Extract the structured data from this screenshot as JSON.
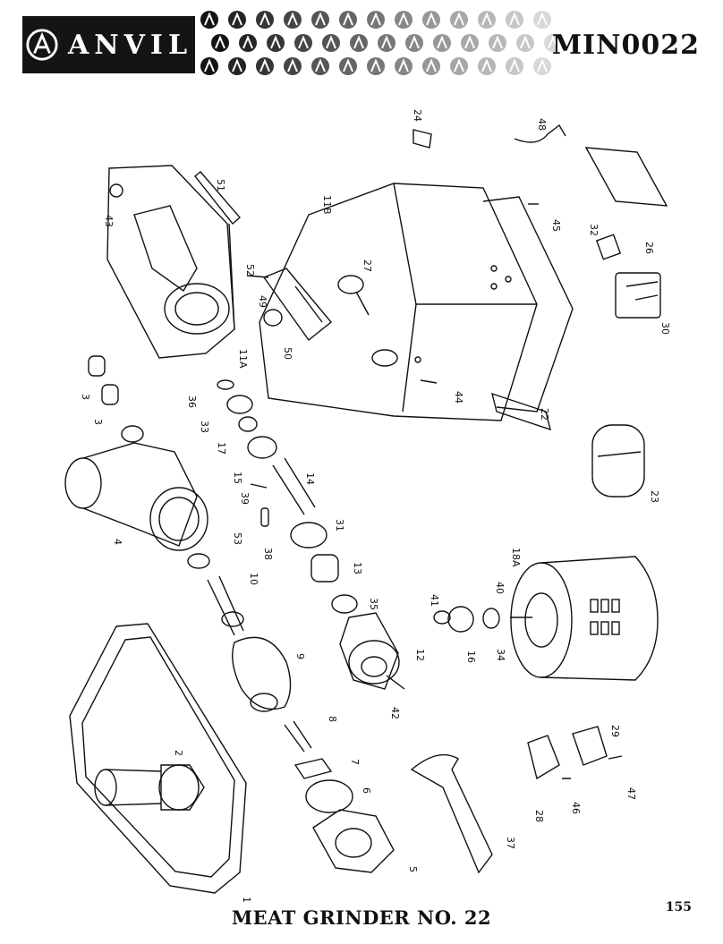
{
  "header": {
    "brand": "ANVIL",
    "model_code": "MIN0022"
  },
  "footer": {
    "title": "MEAT GRINDER NO. 22",
    "page_number": "155"
  },
  "part_labels": [
    "1",
    "2",
    "3",
    "3",
    "4",
    "5",
    "6",
    "7",
    "8",
    "9",
    "10",
    "11A",
    "11B",
    "12",
    "13",
    "14",
    "15",
    "16",
    "17",
    "18A",
    "22",
    "23",
    "24",
    "26",
    "27",
    "28",
    "29",
    "30",
    "31",
    "32",
    "33",
    "34",
    "35",
    "36",
    "37",
    "38",
    "39",
    "40",
    "41",
    "42",
    "43",
    "44",
    "45",
    "46",
    "47",
    "48",
    "49",
    "50",
    "51",
    "52",
    "53"
  ],
  "colors": {
    "ink": "#141414",
    "paper": "#ffffff"
  }
}
